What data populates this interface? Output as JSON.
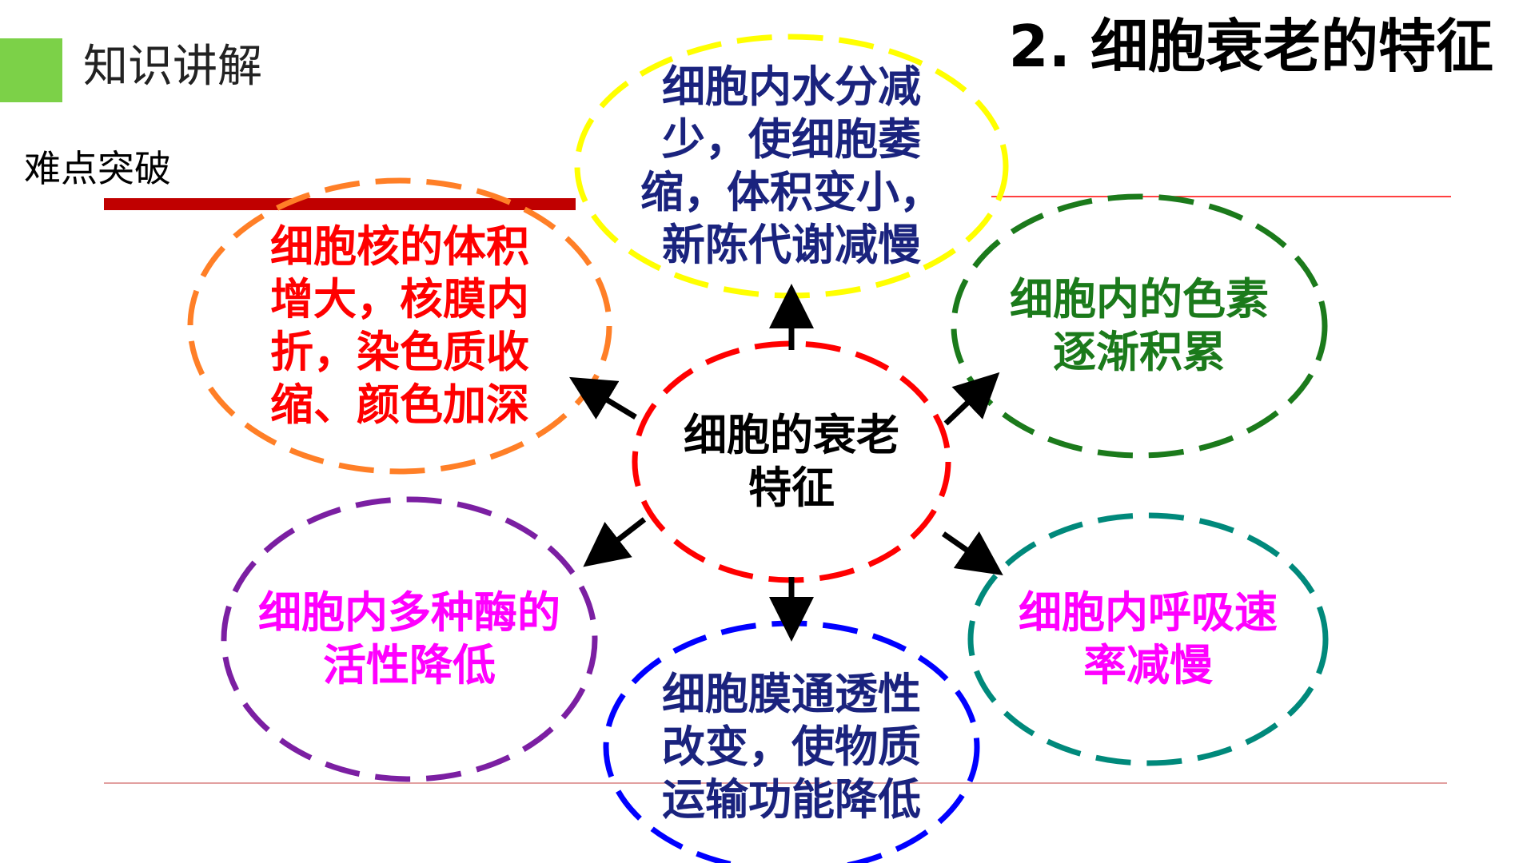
{
  "header": {
    "section_title": "知识讲解",
    "subtitle": "难点突破",
    "slide_title": "2. 细胞衰老的特征"
  },
  "colors": {
    "accent_green": "#7cd148",
    "bar_red": "#c00000",
    "rule_red": "#ff0000"
  },
  "diagram": {
    "center": {
      "lines": [
        "细胞的衰老",
        "特征"
      ],
      "text_color": "#000000",
      "border_color": "#ff0000"
    },
    "nodes": [
      {
        "id": "water",
        "lines": [
          "细胞内水分减",
          "少，使细胞萎",
          "缩，体积变小，",
          "新陈代谢减慢"
        ],
        "text_color": "#1a237e",
        "border_color": "#ffff00"
      },
      {
        "id": "nucleus",
        "lines": [
          "细胞核的体积",
          "增大，核膜内",
          "折，染色质收",
          "缩、颜色加深"
        ],
        "text_color": "#ff0000",
        "border_color": "#ff7f27"
      },
      {
        "id": "pigment",
        "lines": [
          "细胞内的色素",
          "逐渐积累"
        ],
        "text_color": "#1b7a1b",
        "border_color": "#1b7a1b"
      },
      {
        "id": "enzyme",
        "lines": [
          "细胞内多种酶的",
          "活性降低"
        ],
        "text_color": "#ff00ff",
        "border_color": "#7b1fa2"
      },
      {
        "id": "respiration",
        "lines": [
          "细胞内呼吸速",
          "率减慢"
        ],
        "text_color": "#ff00ff",
        "border_color": "#00897b"
      },
      {
        "id": "membrane",
        "lines": [
          "细胞膜通透性",
          "改变，使物质",
          "运输功能降低"
        ],
        "text_color": "#1a237e",
        "border_color": "#0000ff"
      }
    ]
  }
}
